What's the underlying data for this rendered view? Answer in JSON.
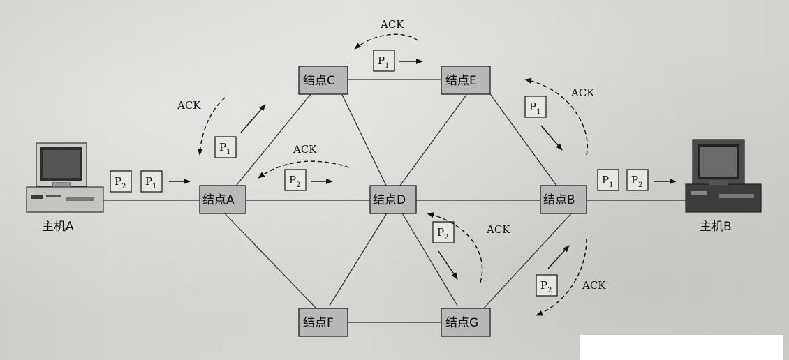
{
  "nodes": {
    "A": "结点A",
    "B": "结点B",
    "C": "结点C",
    "D": "结点D",
    "E": "结点E",
    "F": "结点F",
    "G": "结点G"
  },
  "hosts": {
    "A": "主机A",
    "B": "主机B"
  },
  "packets": {
    "p1": "P",
    "p1_sub": "1",
    "p2": "P",
    "p2_sub": "2"
  },
  "ack": "ACK"
}
